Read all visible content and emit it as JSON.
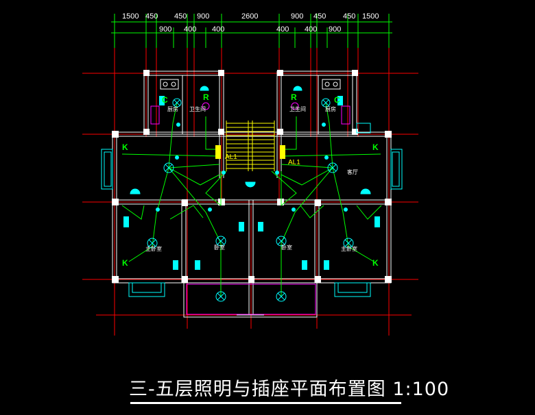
{
  "dimensions": {
    "top_row": [
      "1500",
      "450",
      "450",
      "900",
      "2600",
      "900",
      "450",
      "450",
      "1500"
    ],
    "bottom_row": [
      "900",
      "400",
      "400",
      "400",
      "400",
      "900"
    ]
  },
  "rooms": {
    "kitchen_left": "厨房",
    "bath_left": "卫生间",
    "bath_right": "卫生间",
    "kitchen_right": "厨房",
    "living": "客厅",
    "master_left": "主卧室",
    "bedroom_left": "卧室",
    "bedroom_right": "卧室",
    "master_right": "主卧室"
  },
  "panels": {
    "left": "AL1",
    "right": "AL1"
  },
  "symbols": {
    "ac": "K",
    "cooker": "C",
    "heater": "R"
  },
  "title": "三-五层照明与插座平面布置图 1:100",
  "colors": {
    "wall": "#ffffff",
    "axis": "#ff0000",
    "wiring": "#00ff00",
    "fixture": "#00ffff",
    "label": "#ffff00",
    "railing": "#ff00ff"
  }
}
